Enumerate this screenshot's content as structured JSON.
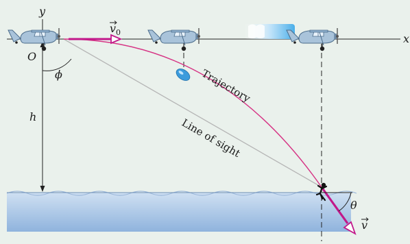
{
  "labels": {
    "y_axis": "y",
    "x_axis": "x",
    "origin": "O",
    "phi": "ϕ",
    "height": "h",
    "v0_letter": "v",
    "v0_sub": "0",
    "v_letter": "v",
    "theta": "θ",
    "trajectory": "Trajectory",
    "line_of_sight": "Line of sight"
  },
  "colors": {
    "background": "#eaf1ec",
    "trajectory": "#d63384",
    "velocity_vector": "#c2188a",
    "line_of_sight": "#b5b5b5",
    "water_top": "#cfe0f2",
    "water_bottom": "#8fb3dd",
    "package": "#3b9bdc",
    "plane_body": "#a9c3da"
  },
  "icons": {
    "plane": "airplane-icon",
    "package": "package-icon",
    "person": "person-in-water-icon"
  }
}
